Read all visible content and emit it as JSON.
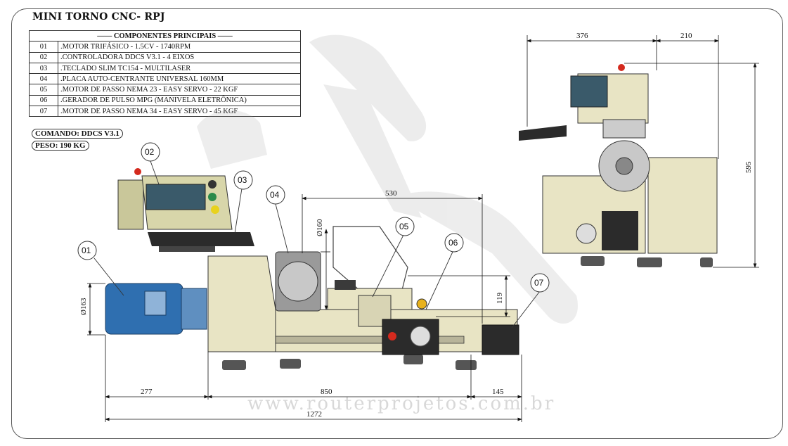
{
  "title": "MINI TORNO CNC- RPJ",
  "components": {
    "header": "COMPONENTES PRINCIPAIS",
    "rows": [
      {
        "num": "01",
        "text": ".MOTOR TRIFÁSICO - 1.5CV - 1740RPM"
      },
      {
        "num": "02",
        "text": ".CONTROLADORA DDCS V3.1 - 4 EIXOS"
      },
      {
        "num": "03",
        "text": ".TECLADO SLIM TC154 - MULTILASER"
      },
      {
        "num": "04",
        "text": ".PLACA AUTO-CENTRANTE UNIVERSAL 160MM"
      },
      {
        "num": "05",
        "text": ".MOTOR DE PASSO NEMA 23 - EASY SERVO - 22 KGF"
      },
      {
        "num": "06",
        "text": ".GERADOR DE PULSO MPG (MANIVELA ELETRÔNICA)"
      },
      {
        "num": "07",
        "text": ".MOTOR DE PASSO NEMA 34 - EASY SERVO - 45 KGF"
      }
    ]
  },
  "info": {
    "comando": "COMANDO: DDCS V3.1",
    "peso": "PESO: 190 KG"
  },
  "balloons": [
    "01",
    "02",
    "03",
    "04",
    "05",
    "06",
    "07"
  ],
  "dimensions": {
    "d163": "Ø163",
    "d160": "Ø160",
    "l530": "530",
    "l119": "119",
    "l277": "277",
    "l850": "850",
    "l145": "145",
    "l1272": "1272",
    "l376": "376",
    "l210": "210",
    "l595": "595"
  },
  "watermark": "www.routerprojetos.com.br",
  "colors": {
    "machine_body": "#e8e4c4",
    "motor_blue": "#2f6fb0",
    "panel_olive": "#c9c79a",
    "screen": "#3a5a6a",
    "dark": "#2b2b2b",
    "estop_red": "#d42a1e"
  }
}
